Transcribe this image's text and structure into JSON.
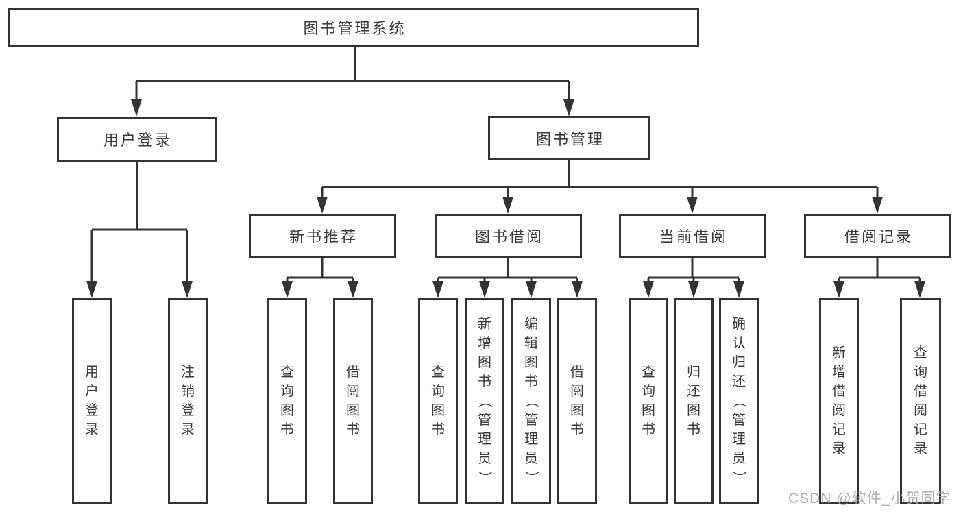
{
  "tree": {
    "root": {
      "label": "图书管理系统"
    },
    "branches": [
      {
        "label": "用户登录",
        "children": [
          {
            "label": "用户登录"
          },
          {
            "label": "注销登录"
          }
        ]
      },
      {
        "label": "图书管理",
        "children": [
          {
            "label": "新书推荐",
            "children": [
              {
                "label": "查询图书"
              },
              {
                "label": "借阅图书"
              }
            ]
          },
          {
            "label": "图书借阅",
            "children": [
              {
                "label": "查询图书"
              },
              {
                "label": "新增图书（管理员）"
              },
              {
                "label": "编辑图书（管理员）"
              },
              {
                "label": "借阅图书"
              }
            ]
          },
          {
            "label": "当前借阅",
            "children": [
              {
                "label": "查询图书"
              },
              {
                "label": "归还图书"
              },
              {
                "label": "确认归还（管理员）"
              }
            ]
          },
          {
            "label": "借阅记录",
            "children": [
              {
                "label": "新增借阅记录"
              },
              {
                "label": "查询借阅记录"
              }
            ]
          }
        ]
      }
    ]
  },
  "watermark": {
    "text": "CSDN @软件_小贺同学"
  },
  "colors": {
    "line": "#333333",
    "text": "#3a3a3a",
    "background": "#ffffff",
    "watermark": "#a5a5a5"
  }
}
